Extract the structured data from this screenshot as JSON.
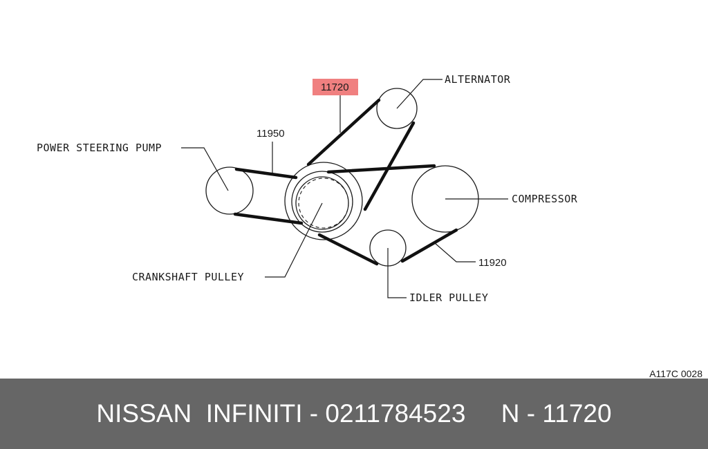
{
  "diagram": {
    "highlight_part": "11720",
    "highlight_color": "#f08080",
    "labels": {
      "alternator": "ALTERNATOR",
      "power_steering_pump": "POWER STEERING PUMP",
      "compressor": "COMPRESSOR",
      "crankshaft_pulley": "CRANKSHAFT PULLEY",
      "idler_pulley": "IDLER PULLEY"
    },
    "part_numbers": {
      "belt_alternator": "11720",
      "belt_power_steering": "11950",
      "belt_compressor": "11920"
    },
    "drawing_code": "A117C 0028"
  },
  "footer": {
    "brand": "NISSAN  INFINITI",
    "part_code": "0211784523",
    "part_number": "N - 11720",
    "text": "NISSAN  INFINITI - 0211784523     N - 11720"
  }
}
